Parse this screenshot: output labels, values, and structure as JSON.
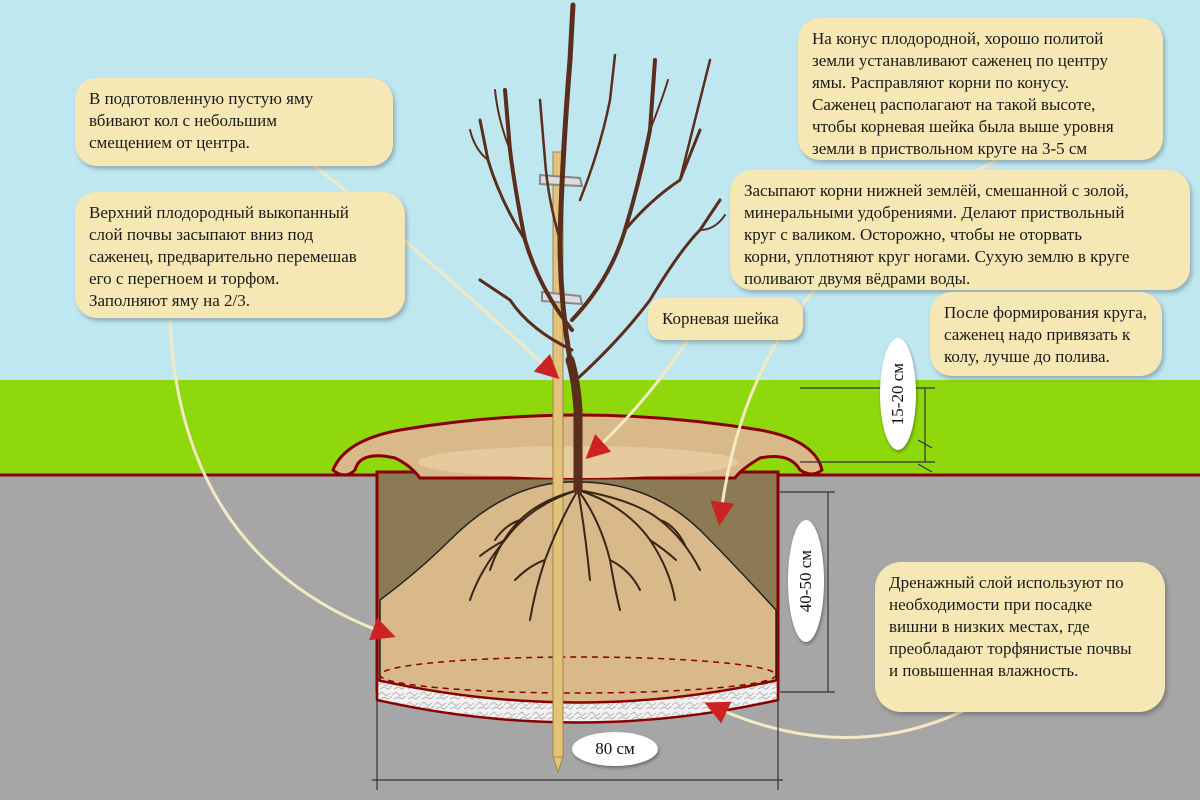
{
  "callouts": {
    "stake": "В подготовленную пустую яму\nвбивают кол с небольшим\nсмещением от центра.",
    "topsoil": "Верхний плодородный выкопанный\nслой почвы засыпают вниз под\nсаженец, предварительно перемешав\nего с перегноем и торфом.\nЗаполняют яму на 2/3.",
    "cone": "На конус плодородной, хорошо политой\nземли устанавливают саженец по центру\nямы. Расправляют корни по конусу.\nСаженец располагают на такой высоте,\nчтобы корневая шейка была выше уровня\nземли в приствольном круге на 3-5 см",
    "backfill": "Засыпают корни нижней землёй, смешанной с золой,\nминеральными удобрениями. Делают приствольный\nкруг с валиком. Осторожно, чтобы не оторвать\nкорни, уплотняют круг ногами. Сухую  землю в круге\nполивают двумя вёдрами воды.",
    "root_collar": "Корневая шейка",
    "tie": "После формирования круга,\nсаженец надо привязать к\nколу, лучше до полива.",
    "drainage": "Дренажный слой используют по\nнеобходимости при посадке\nвишни  в низких местах, где\nпреобладают торфянистые почвы\nи повышенная влажность."
  },
  "dimensions": {
    "ridge_height": "15-20 см",
    "pit_depth": "40-50 см",
    "pit_width": "80 см"
  },
  "colors": {
    "sky": "#bfe7f0",
    "grass": "#8fd80c",
    "ground": "#a8a8a8",
    "soil": "#d9b98a",
    "dark_soil": "#8c7a55",
    "pit_outline": "#8b0000",
    "callout_bg": "#f6e8b4",
    "tree": "#5a2d1c",
    "stake": "#e3c27a"
  }
}
